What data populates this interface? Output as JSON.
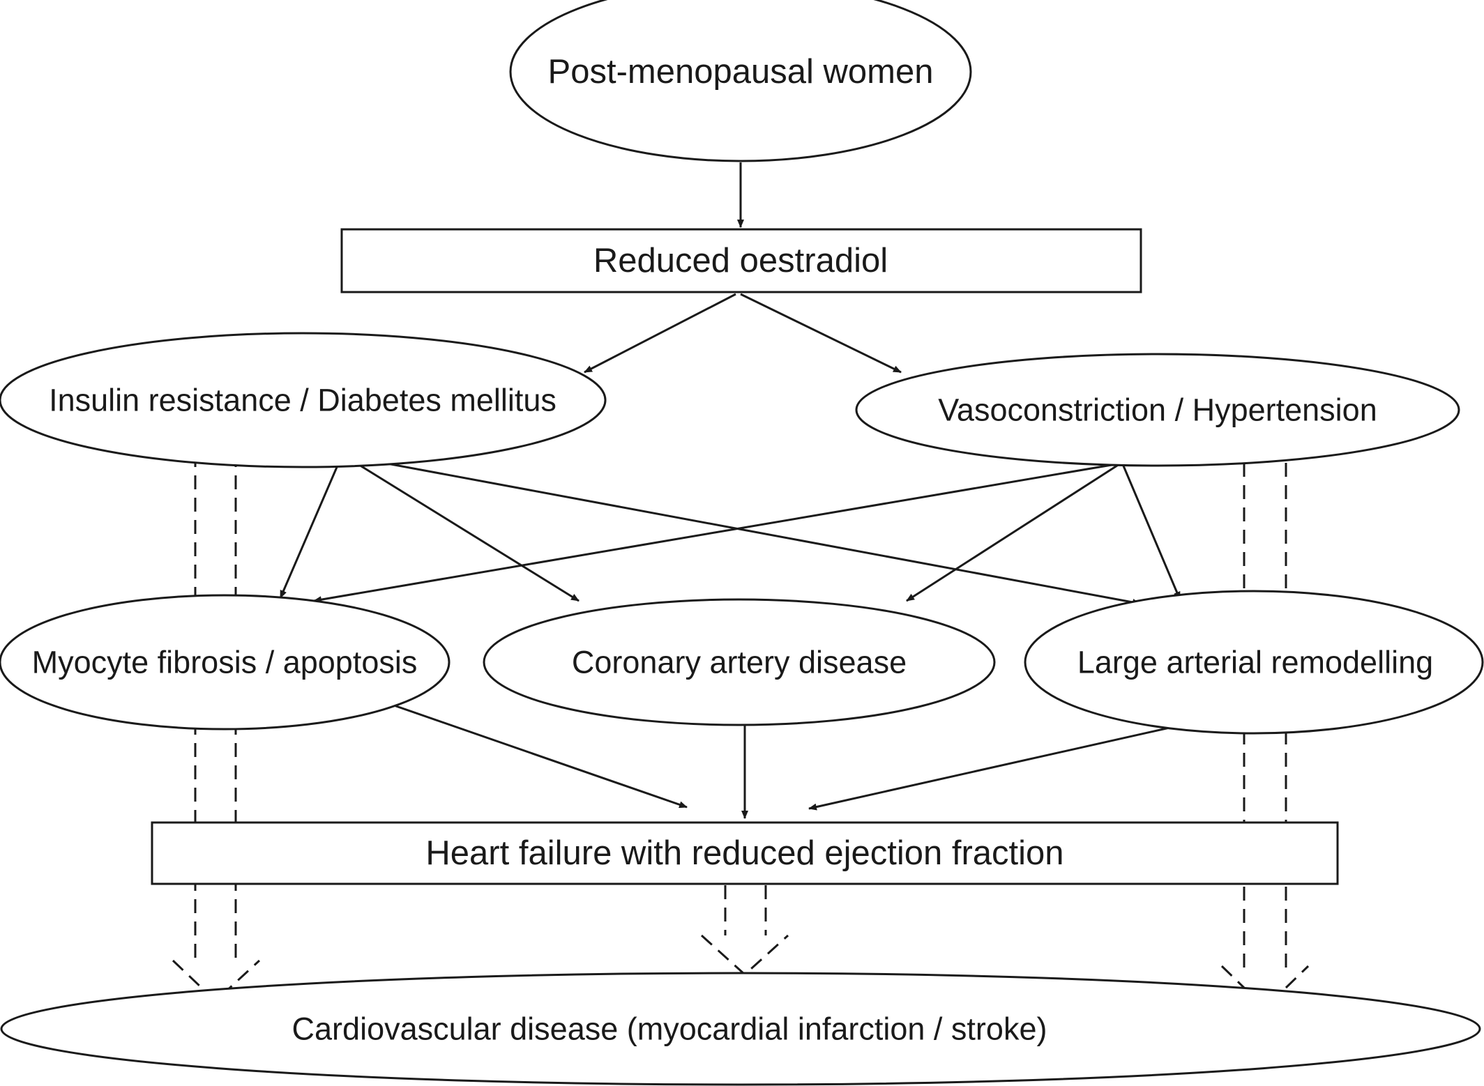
{
  "nodes": {
    "post_menopausal": "Post-menopausal women",
    "reduced_oestradiol": "Reduced oestradiol",
    "insulin_resistance": "Insulin resistance / Diabetes mellitus",
    "vasoconstriction": "Vasoconstriction / Hypertension",
    "myocyte_fibrosis": "Myocyte fibrosis / apoptosis",
    "coronary_artery": "Coronary artery disease",
    "large_arterial": "Large arterial remodelling",
    "heart_failure": "Heart failure with reduced ejection fraction",
    "cardiovascular": "Cardiovascular disease (myocardial infarction / stroke)"
  },
  "colors": {
    "stroke": "#1a1a1a",
    "background": "#ffffff"
  }
}
